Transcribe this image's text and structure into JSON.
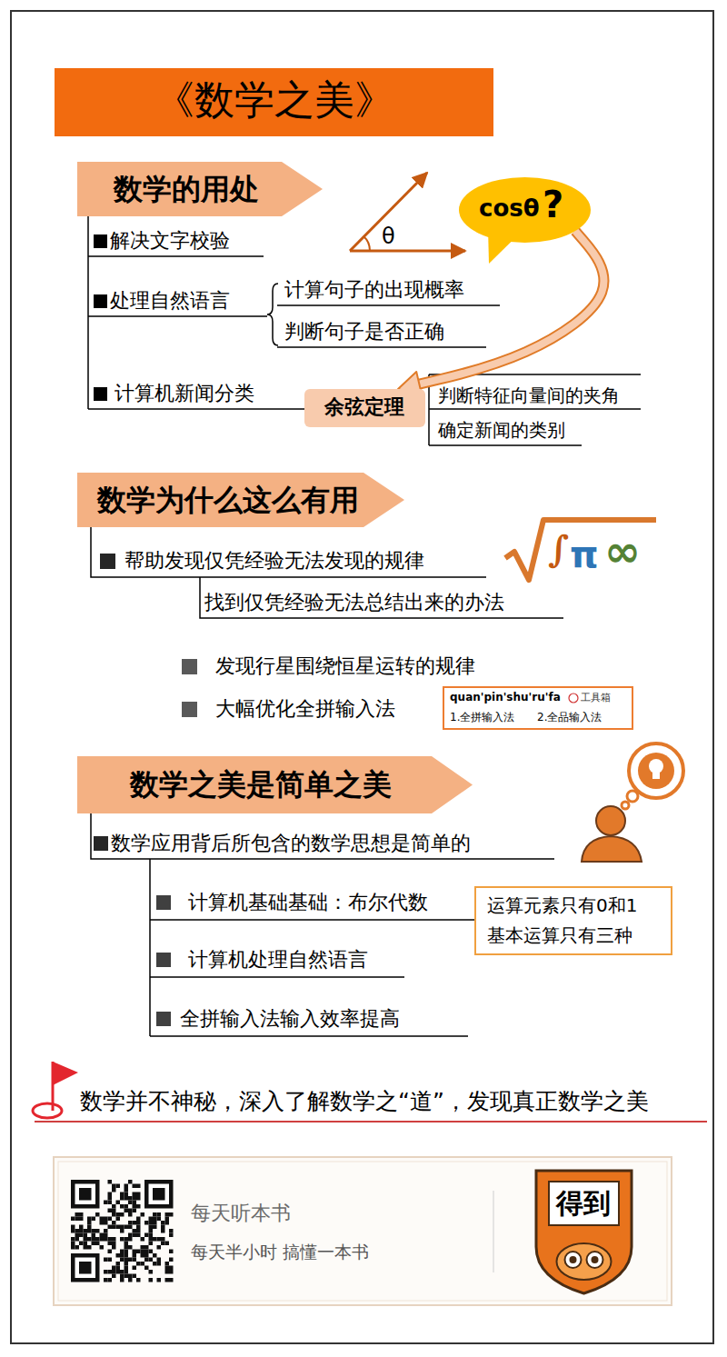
{
  "diagram": {
    "title": "《数学之美》",
    "nodes": [
      {
        "text": [
          "数学的用处"
        ]
      },
      {
        "text": [
          "cosθ",
          "?"
        ]
      },
      {
        "text": [
          "余弦定理"
        ]
      },
      {
        "text": [
          "数学为什么这么有用"
        ]
      },
      {
        "text": [
          "quan'pin'shu'ru'fa",
          "工具箱",
          "1.全拼输入法",
          "2.全品输入法"
        ]
      },
      {
        "text": [
          "数学之美是简单之美"
        ]
      },
      {
        "text": [
          "运算元素只有0和1",
          "基本运算只有三种"
        ]
      },
      {
        "text": [
          "每天听本书",
          "每天半小时 搞懂一本书"
        ]
      },
      {
        "text": [
          "得到"
        ],
        "in": 7
      }
    ],
    "edges": [
      {
        "from": 1,
        "to": 2,
        "arrow": "to"
      }
    ],
    "labels": [
      "解决文字校验",
      "处理自然语言",
      "计算句子的出现概率",
      "判断句子是否正确",
      "计算机新闻分类",
      "判断特征向量间的夹角",
      "确定新闻的类别",
      "θ",
      "帮助发现仅凭经验无法发现的规律",
      "找到仅凭经验无法总结出来的办法",
      "∫",
      "π",
      "∞",
      "发现行星围绕恒星运转的规律",
      "大幅优化全拼输入法",
      "数学应用背后所包含的数学思想是简单的",
      "计算机基础基础：布尔代数",
      "计算机处理自然语言",
      "全拼输入法输入效率提高",
      "数学并不神秘，深入了解数学之“道”，发现真正数学之美"
    ]
  }
}
